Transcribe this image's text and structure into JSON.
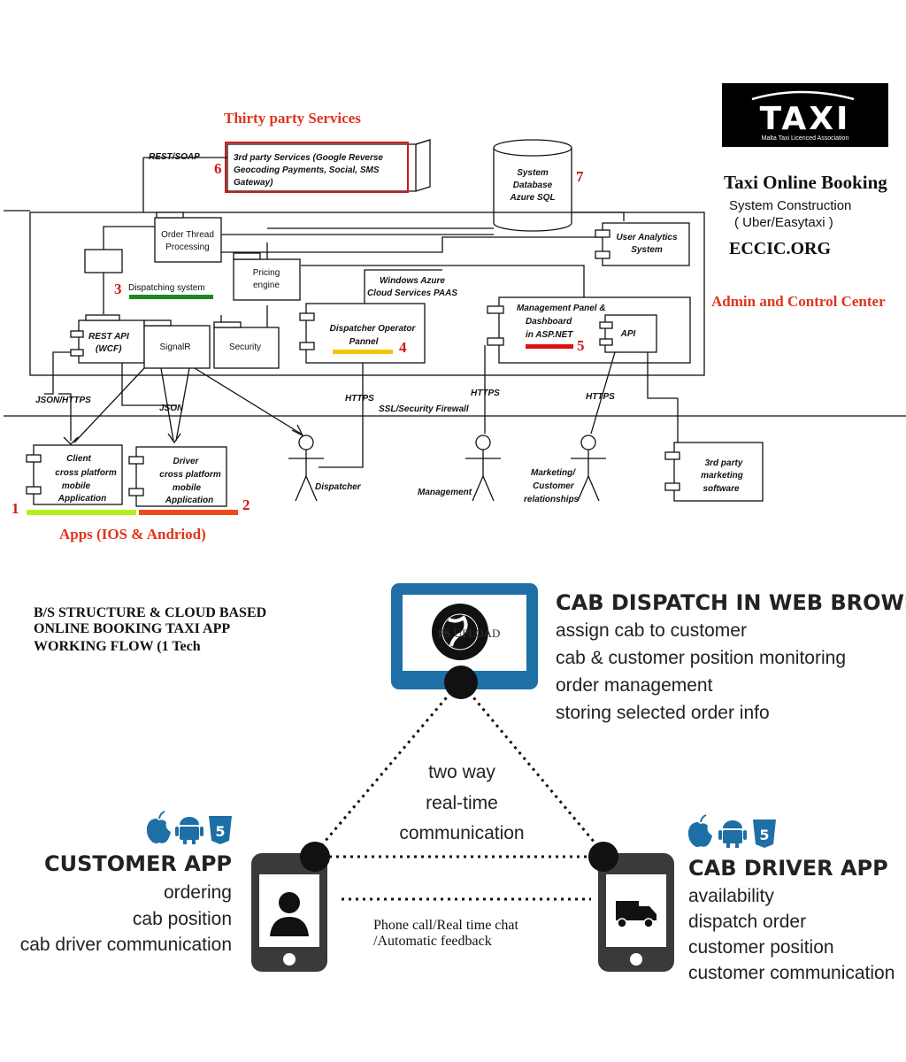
{
  "logo": {
    "word": "TAXI",
    "tagline": "Malta Taxi Licenced Association"
  },
  "header": {
    "title": "Taxi Online Booking",
    "line1": "System Construction",
    "line2": "( Uber/Easytaxi )",
    "site": "ECCIC.ORG",
    "admin": "Admin and Control Center"
  },
  "third_party": {
    "title": "Thirty party Services",
    "box": [
      "3rd party Services (Google Reverse",
      "Geocoding Payments, Social, SMS",
      "Gateway)"
    ],
    "num": "6",
    "rest": "REST/SOAP"
  },
  "db": {
    "lines": [
      "System",
      "Database",
      "Azure SQL"
    ],
    "num": "7"
  },
  "order_thread": [
    "Order Thread",
    "Processing"
  ],
  "user_analytics": [
    "User Analytics",
    "System"
  ],
  "pricing": [
    "Pricing",
    "engine"
  ],
  "dispatching": {
    "num": "3",
    "label": "Dispatching system"
  },
  "azure": [
    "Windows Azure",
    "Cloud Services PAAS"
  ],
  "management_panel": {
    "lines": [
      "Management Panel &",
      "Dashboard",
      "in ASP.NET"
    ],
    "num": "5",
    "api": "API"
  },
  "dispatcher_panel": {
    "lines": [
      "Dispatcher Operator",
      "Pannel"
    ],
    "num": "4"
  },
  "rest_api": [
    "REST API",
    "(WCF)"
  ],
  "signalr": "SignalR",
  "security": "Security",
  "protocols": {
    "json_https": "JSON/HTTPS",
    "json": "JSON",
    "https1": "HTTPS",
    "ssl": "SSL/Security Firewall",
    "https2": "HTTPS",
    "https3": "HTTPS"
  },
  "client_app": {
    "lines": [
      "Client",
      "cross platform",
      "mobile",
      "Application"
    ],
    "num": "1"
  },
  "driver_app": {
    "lines": [
      "Driver",
      "cross platform",
      "mobile",
      "Application"
    ],
    "num": "2"
  },
  "apps_title": "Apps (IOS & Andriod)",
  "actors": {
    "dispatcher": "Dispatcher",
    "management": "Management",
    "marketing": [
      "Marketing/",
      "Customer",
      "relationships"
    ]
  },
  "marketing_sw": [
    "3rd party",
    "marketing",
    "software"
  ],
  "bs": [
    "B/S STRUCTURE & CLOUD BASED",
    "ONLINE BOOKING TAXI APP",
    "WORKING FLOW (1 Tech"
  ],
  "monitor_watermark": "PS UPLOAD",
  "web": {
    "title": "CAB DISPATCH IN WEB BROWSER",
    "items": [
      "assign cab to customer",
      "cab & customer position monitoring",
      "order management",
      "storing selected order info"
    ]
  },
  "center": [
    "two way",
    "real-time",
    "communication"
  ],
  "phone_call": [
    "Phone call/Real time chat",
    "/Automatic feedback"
  ],
  "customer": {
    "title": "CUSTOMER APP",
    "items": [
      "ordering",
      "cab position",
      "cab driver communication"
    ]
  },
  "driver": {
    "title": "CAB DRIVER APP",
    "items": [
      "availability",
      "dispatch order",
      "customer position",
      "customer communication"
    ]
  },
  "colors": {
    "green": "#1e8a1e",
    "yellow": "#f5c400",
    "red": "#e01010",
    "lime": "#b8ee20",
    "orange": "#f04a1a",
    "blue": "#1d6fa6"
  }
}
